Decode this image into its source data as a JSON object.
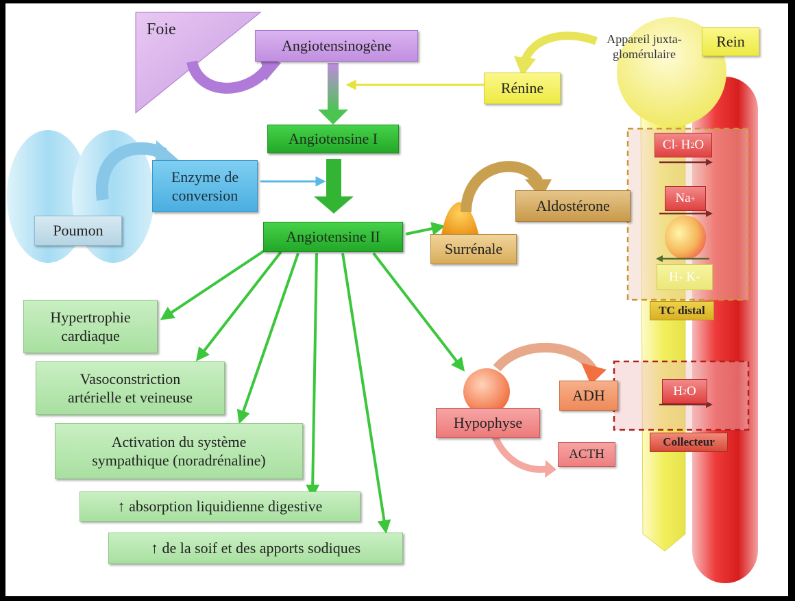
{
  "diagram": {
    "nodes": {
      "foie": "Foie",
      "angiotensinogene": "Angiotensinogène",
      "renine": "Rénine",
      "appareil": "Appareil juxta-\nglomérulaire",
      "rein": "Rein",
      "angiotensine1": "Angiotensine I",
      "enzyme": "Enzyme de\nconversion",
      "poumon": "Poumon",
      "angiotensine2": "Angiotensine II",
      "surrenale": "Surrénale",
      "aldosterone": "Aldostérone",
      "hypophyse": "Hypophyse",
      "adh": "ADH",
      "acth": "ACTH"
    },
    "effects": [
      "Hypertrophie\ncardiaque",
      "Vasoconstriction\nartérielle et veineuse",
      "Activation du système\nsympathique (noradrénaline)",
      "↑ absorption liquidienne digestive",
      "↑ de la soif et des apports sodiques"
    ],
    "ions": {
      "cl": "Cl",
      "cl_sup": "-",
      "h2o_a": "H",
      "h2o_sub": "2",
      "h2o_b": "O",
      "na": "Na",
      "na_sup": "+",
      "h": "H",
      "h_sup": "+",
      "k": "K",
      "k_sup": "+"
    },
    "segments": {
      "tc_distal": "TC distal",
      "collecteur": "Collecteur"
    }
  }
}
